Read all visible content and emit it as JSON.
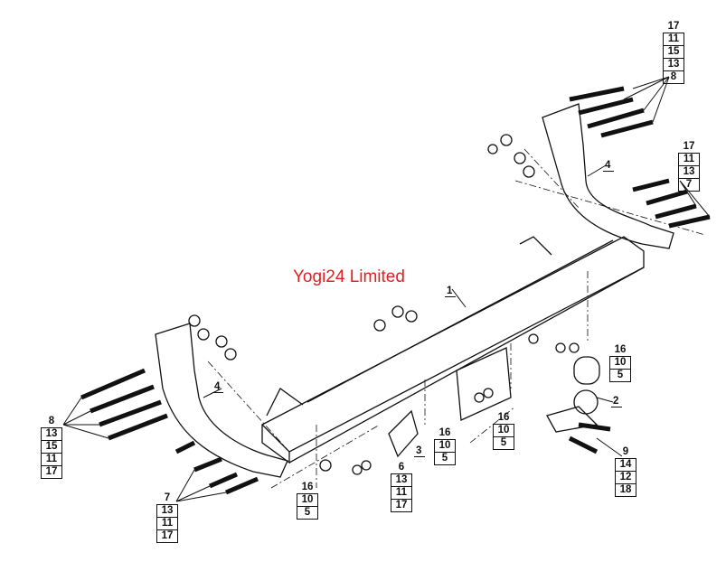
{
  "watermark": "Yogi24 Limited",
  "part_labels": {
    "beam": "1",
    "ball": "2",
    "socket_plate": "3",
    "bracket_right": "4",
    "bracket_left": "4"
  },
  "stacks": {
    "top_right": [
      "17",
      "11",
      "15",
      "13",
      "8"
    ],
    "right": [
      "17",
      "11",
      "13",
      "7"
    ],
    "left": [
      "8",
      "13",
      "15",
      "11",
      "17"
    ],
    "bottom_left": [
      "7",
      "13",
      "11",
      "17"
    ],
    "washer_a": [
      "16",
      "10",
      "5"
    ],
    "bolt_6": [
      "6",
      "13",
      "11",
      "17"
    ],
    "washer_b": [
      "16",
      "10",
      "5"
    ],
    "washer_c": [
      "16",
      "10",
      "5"
    ],
    "washer_d": [
      "16",
      "10",
      "5"
    ],
    "ball_bolts": [
      "9",
      "14",
      "12",
      "18"
    ]
  },
  "colors": {
    "line": "#111111",
    "watermark": "#e02020"
  }
}
